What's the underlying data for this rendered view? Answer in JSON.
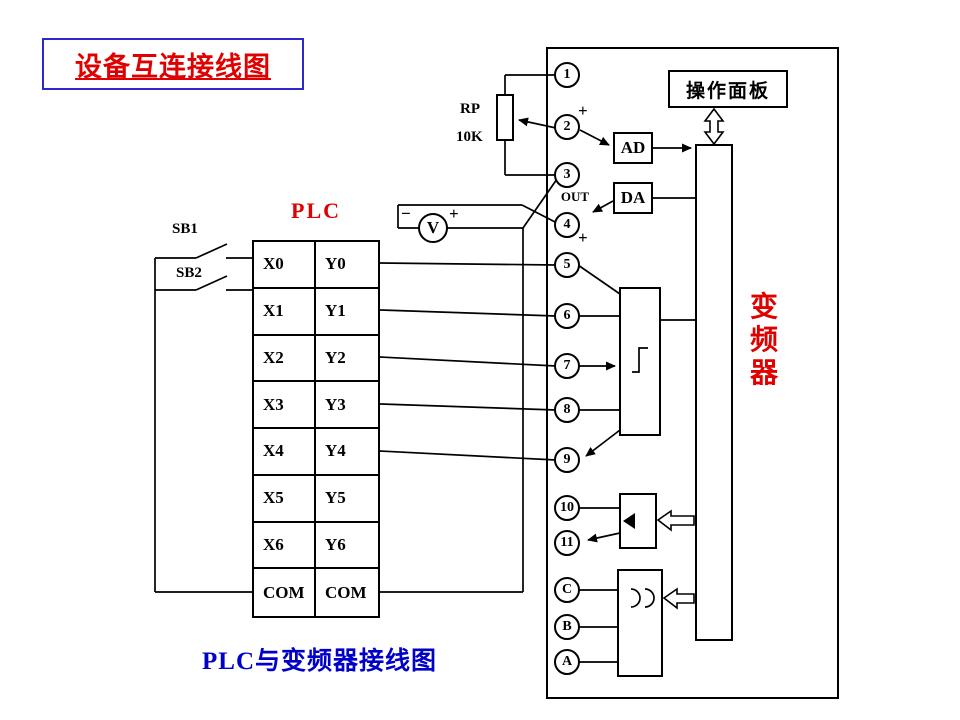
{
  "title": "设备互连接线图",
  "caption": "PLC与变频器接线图",
  "plc": {
    "label": "PLC",
    "rows": [
      {
        "x": "X0",
        "y": "Y0"
      },
      {
        "x": "X1",
        "y": "Y1"
      },
      {
        "x": "X2",
        "y": "Y2"
      },
      {
        "x": "X3",
        "y": "Y3"
      },
      {
        "x": "X4",
        "y": "Y4"
      },
      {
        "x": "X5",
        "y": "Y5"
      },
      {
        "x": "X6",
        "y": "Y6"
      },
      {
        "x": "COM",
        "y": "COM"
      }
    ]
  },
  "buttons": {
    "sb1": "SB1",
    "sb2": "SB2"
  },
  "potentiometer": {
    "name": "RP",
    "value": "10K"
  },
  "voltmeter": {
    "label": "V",
    "minus": "−",
    "plus": "+"
  },
  "inverter": {
    "name_chars": [
      "变",
      "频",
      "器"
    ],
    "panel_label": "操作面板",
    "ad": "AD",
    "da": "DA",
    "out": "OUT",
    "plus_analog_in": "+",
    "plus_analog_out": "+",
    "terminals": [
      "1",
      "2",
      "3",
      "4",
      "5",
      "6",
      "7",
      "8",
      "9",
      "10",
      "11",
      "C",
      "B",
      "A"
    ]
  },
  "colors": {
    "title_red": "#e00000",
    "title_border_blue": "#2a2ac8",
    "caption_blue": "#0000c8",
    "wire_black": "#000000"
  }
}
